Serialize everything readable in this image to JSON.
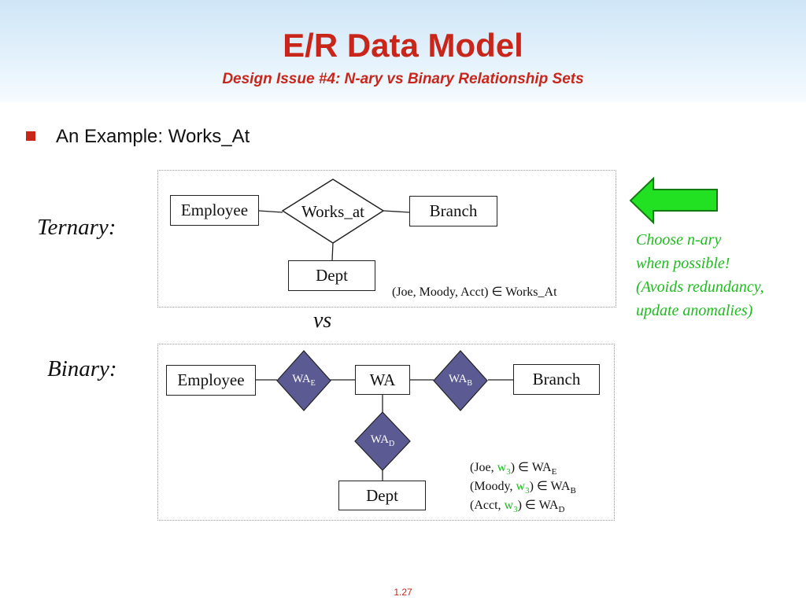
{
  "slide": {
    "title": "E/R Data Model",
    "subtitle": "Design Issue #4:  N-ary vs Binary Relationship Sets",
    "bullet": "An Example:  Works_At",
    "page_number": "1.27"
  },
  "colors": {
    "title": "#c8261b",
    "accent_green": "#1dbb1d",
    "diamond_fill": "#5b5a92",
    "header_bg": "#d9ecf9"
  },
  "ternary": {
    "label": "Ternary:",
    "entities": {
      "employee": "Employee",
      "branch": "Branch",
      "dept": "Dept"
    },
    "relationship": "Works_at",
    "example": "(Joe, Moody, Acct) ∈ Works_At"
  },
  "vs_label": "vs",
  "binary": {
    "label": "Binary:",
    "entities": {
      "employee": "Employee",
      "wa": "WA",
      "branch": "Branch",
      "dept": "Dept"
    },
    "relationships": {
      "wa_e": {
        "base": "WA",
        "sub": "E"
      },
      "wa_b": {
        "base": "WA",
        "sub": "B"
      },
      "wa_d": {
        "base": "WA",
        "sub": "D"
      }
    },
    "examples": [
      {
        "prefix": "(Joe, ",
        "w": "w",
        "wsub": "3",
        "suffix": ") ∈ WA",
        "rsub": "E"
      },
      {
        "prefix": "(Moody, ",
        "w": "w",
        "wsub": "3",
        "suffix": ") ∈ WA",
        "rsub": "B"
      },
      {
        "prefix": "(Acct, ",
        "w": "w",
        "wsub": "3",
        "suffix": ") ∈ WA",
        "rsub": "D"
      }
    ]
  },
  "callout": {
    "icon": "left-arrow-icon",
    "lines": [
      "Choose n-ary",
      "when possible!",
      "(Avoids redundancy,",
      "update anomalies)"
    ]
  }
}
